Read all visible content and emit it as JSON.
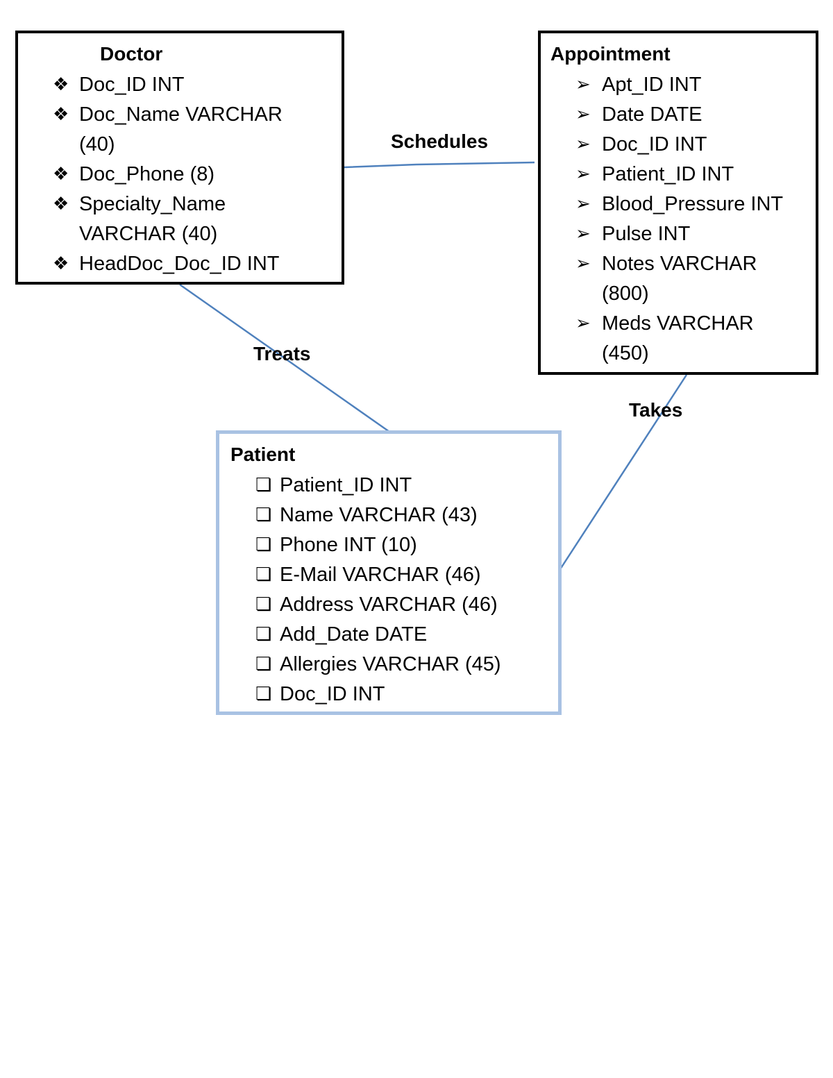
{
  "entities": {
    "doctor": {
      "title": "Doctor",
      "bullet": "❖",
      "attributes": [
        "Doc_ID INT",
        "Doc_Name VARCHAR\n(40)",
        "Doc_Phone (8)",
        "Specialty_Name\nVARCHAR (40)",
        "HeadDoc_Doc_ID INT"
      ]
    },
    "appointment": {
      "title": "Appointment",
      "bullet": "➢",
      "attributes": [
        "Apt_ID INT",
        "Date DATE",
        "Doc_ID INT",
        "Patient_ID INT",
        "Blood_Pressure INT",
        "Pulse INT",
        "Notes VARCHAR\n(800)",
        "Meds VARCHAR\n(450)"
      ]
    },
    "patient": {
      "title": "Patient",
      "bullet": "❏",
      "attributes": [
        "Patient_ID INT",
        "Name VARCHAR (43)",
        "Phone INT (10)",
        "E-Mail VARCHAR (46)",
        "Address VARCHAR (46)",
        "Add_Date DATE",
        "Allergies VARCHAR (45)",
        "Doc_ID INT"
      ]
    }
  },
  "relationships": {
    "schedules": "Schedules",
    "treats": "Treats",
    "takes": "Takes"
  },
  "colors": {
    "connector": "#4f81bd",
    "patient_border": "#a9c2e3",
    "entity_border": "#000000"
  }
}
